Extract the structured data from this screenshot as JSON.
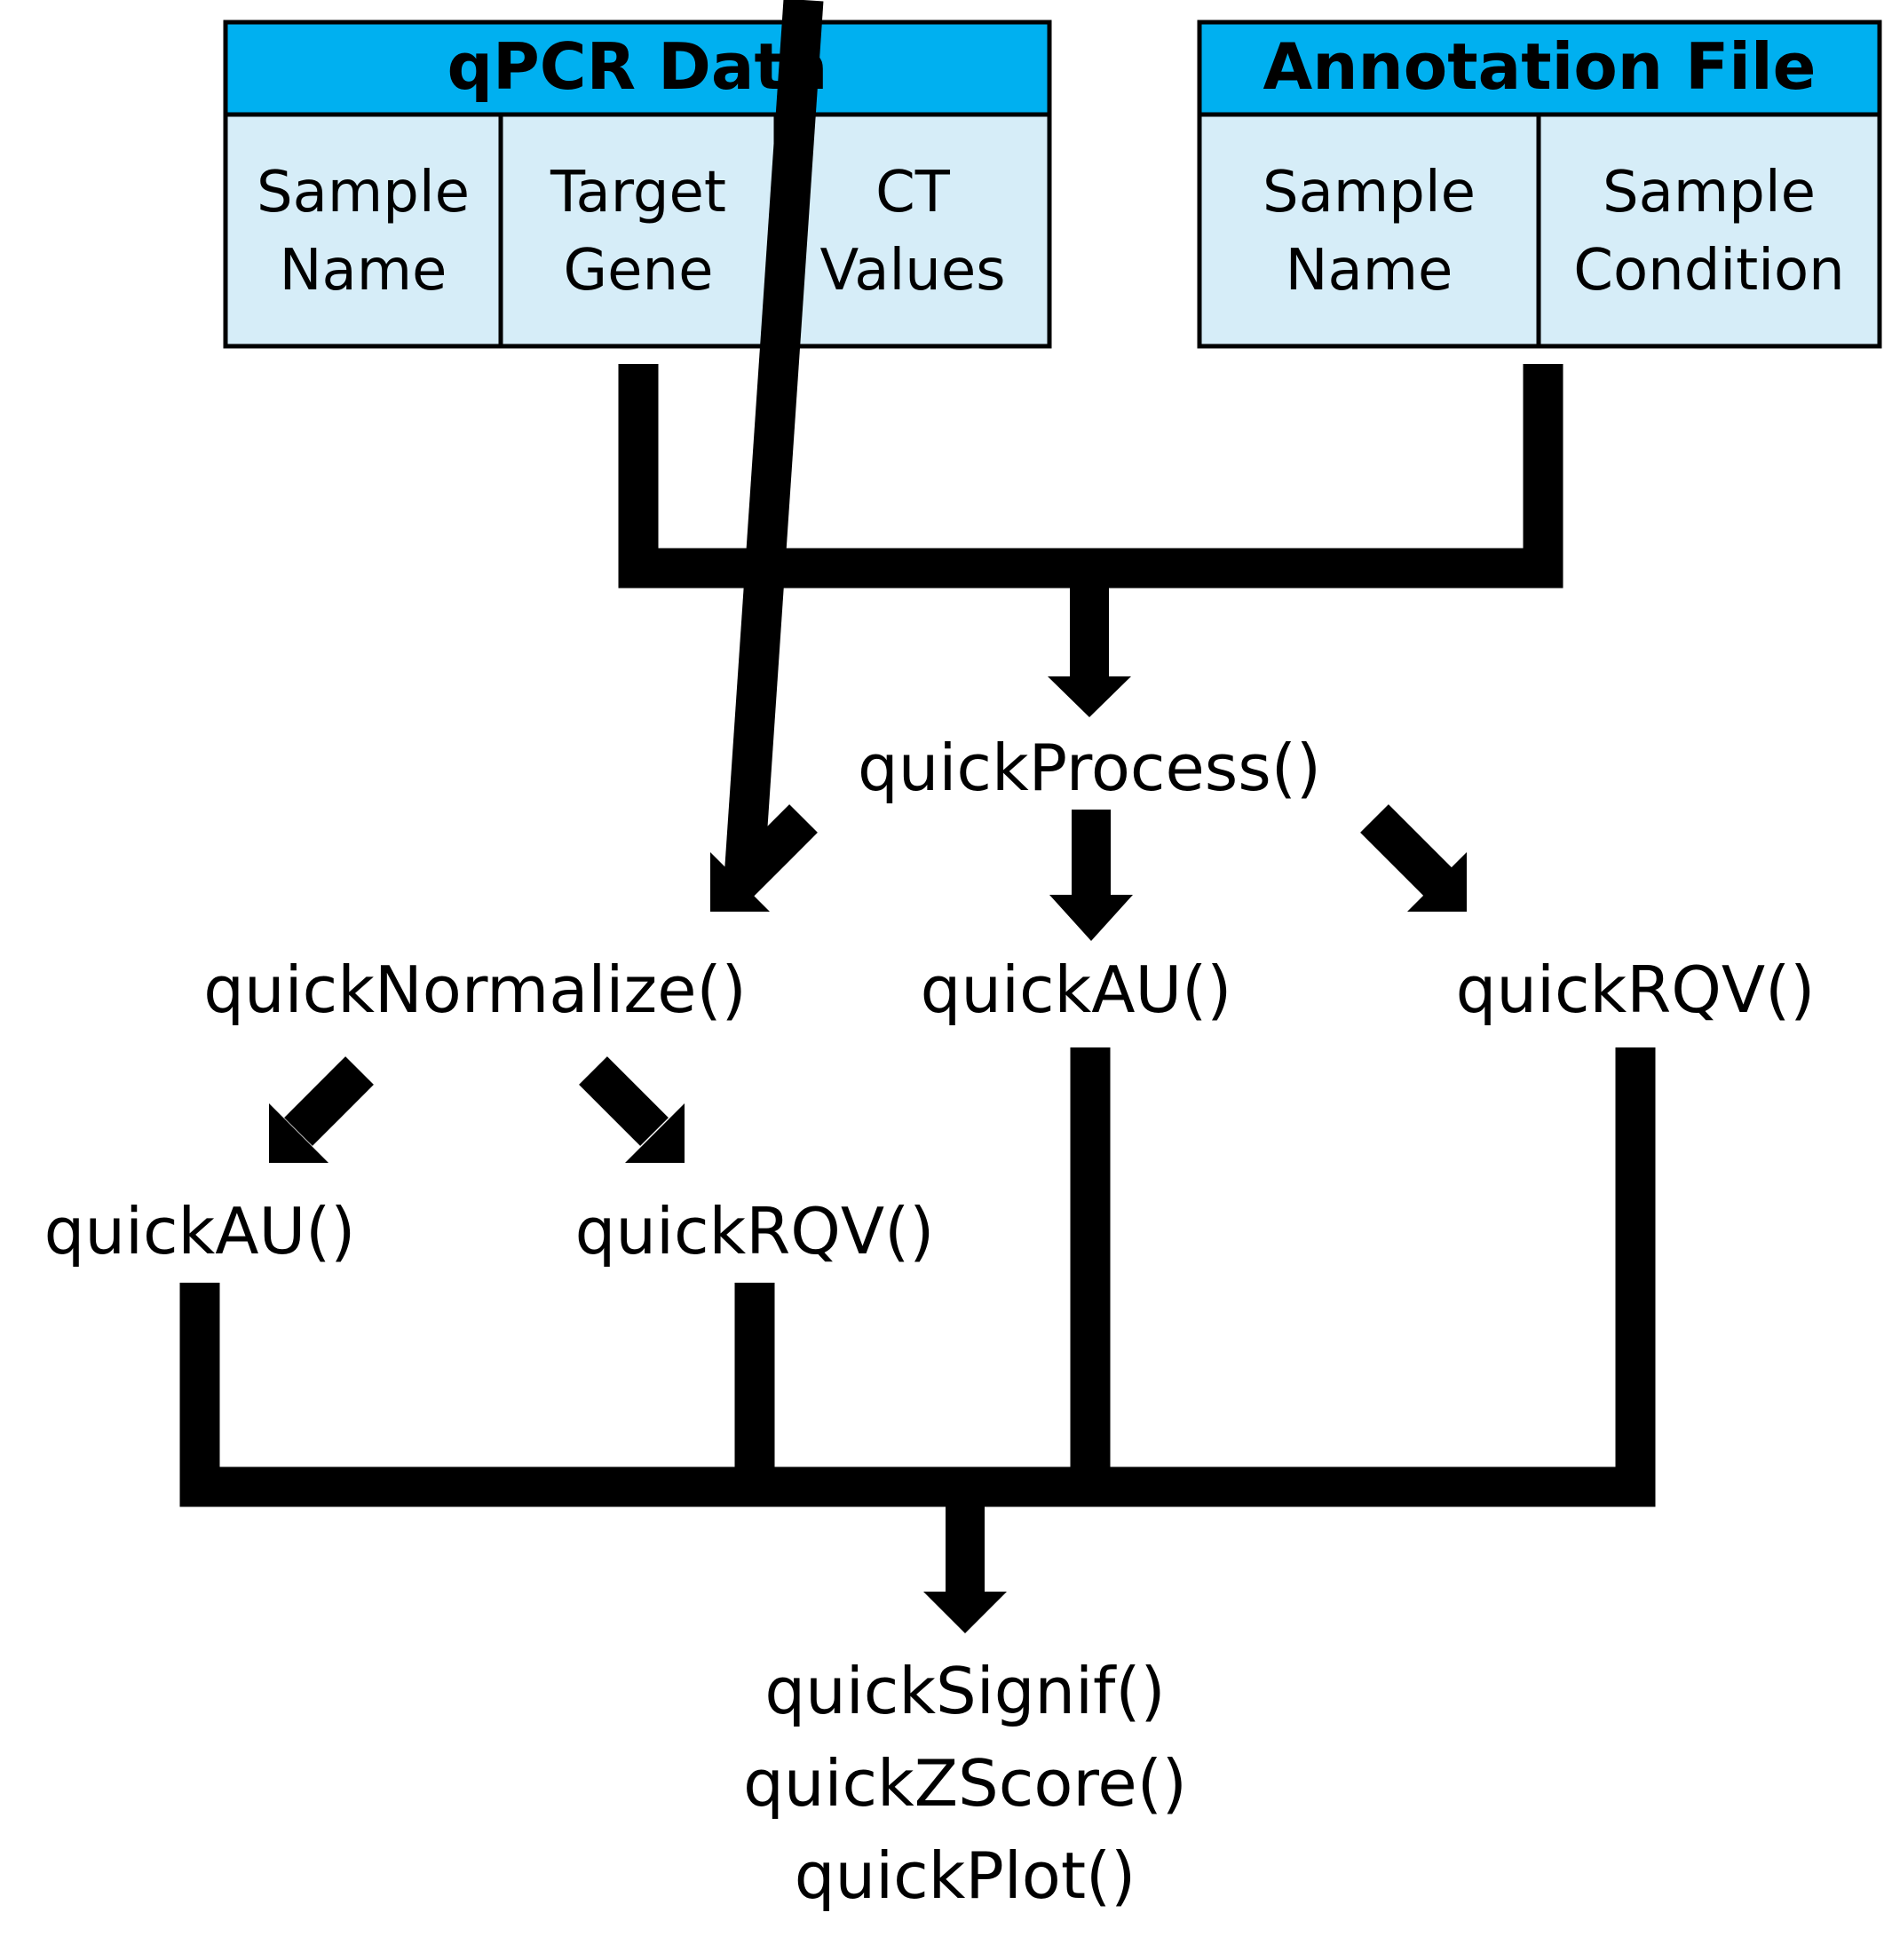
{
  "colors": {
    "header_fill": "#00B0F0",
    "cell_fill": "#D6EDF8",
    "stroke": "#000000"
  },
  "tables": {
    "qpcr": {
      "title": "qPCR Data",
      "columns": [
        [
          "Sample",
          "Name"
        ],
        [
          "Target",
          "Gene"
        ],
        [
          "CT",
          "Values"
        ]
      ]
    },
    "annotation": {
      "title": "Annotation File",
      "columns": [
        [
          "Sample",
          "Name"
        ],
        [
          "Sample",
          "Condition"
        ]
      ]
    }
  },
  "functions": {
    "process": "quickProcess()",
    "normalize": "quickNormalize()",
    "au_main": "quickAU()",
    "rqv_main": "quickRQV()",
    "au_norm": "quickAU()",
    "rqv_norm": "quickRQV()",
    "signif": "quickSignif()",
    "zscore": "quickZScore()",
    "plot": "quickPlot()"
  }
}
